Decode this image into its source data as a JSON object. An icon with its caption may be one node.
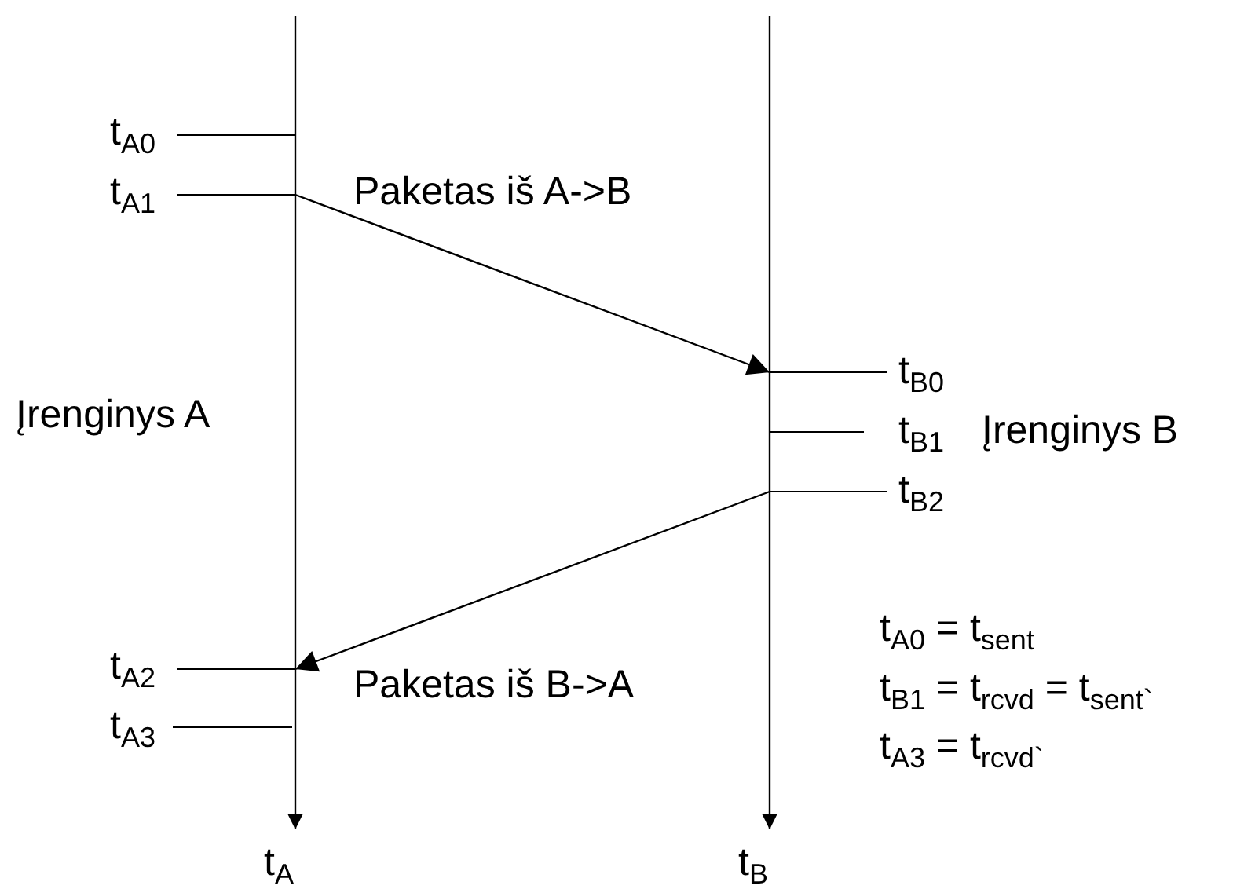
{
  "diagram": {
    "nodes": [
      {
        "text": [
          "t$_{A}$"
        ]
      },
      {
        "text": [
          "t$_{B}$"
        ]
      }
    ],
    "edges": [
      {
        "from": 0,
        "to": 1,
        "arrow": "to",
        "label": "Paketas iš A->B"
      },
      {
        "from": 1,
        "to": 0,
        "arrow": "to",
        "label": "Paketas iš B->A"
      }
    ],
    "labels": [
      "t$_{A0}$",
      "t$_{A1}$",
      "Įrenginys A",
      "t$_{B0}$",
      "t$_{B1}$",
      "Įrenginys B",
      "t$_{B2}$",
      "t$_{A0}$ = t$_{sent}$",
      "t$_{A2}$",
      "t$_{B1}$ = t$_{rcvd}$ = t$_{sent`}$",
      "t$_{A3}$",
      "t$_{A3}$ = t$_{rcvd`}$"
    ]
  }
}
